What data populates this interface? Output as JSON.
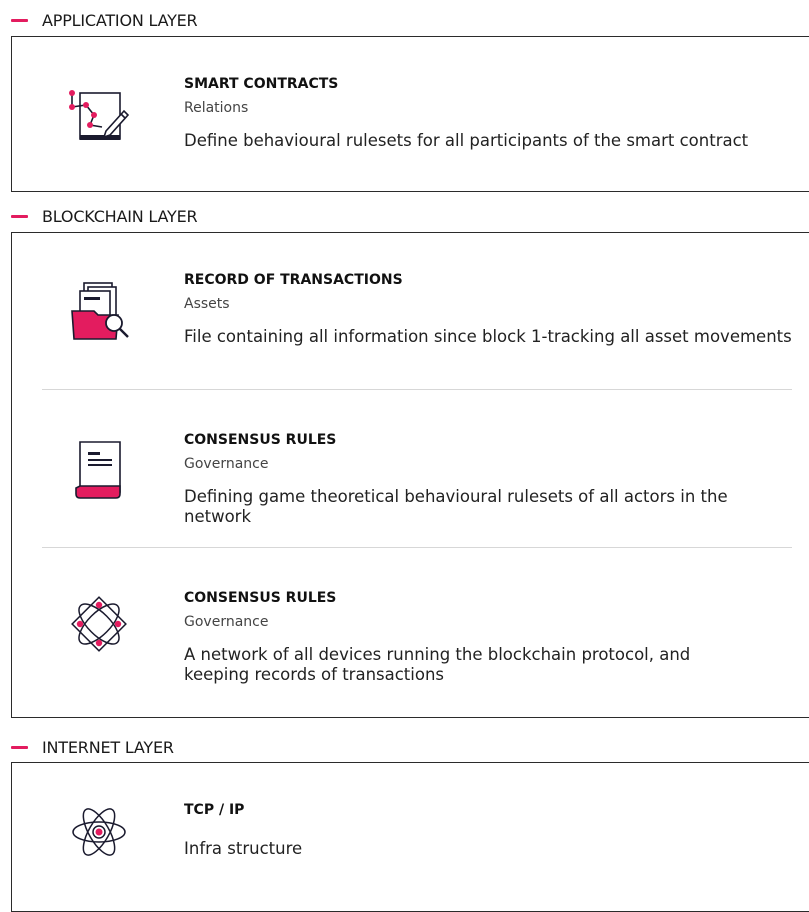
{
  "accent_color": "#e31c5f",
  "sections": [
    {
      "title": "APPLICATION LAYER",
      "items": [
        {
          "icon": "contract-pen-icon",
          "title": "SMART CONTRACTS",
          "subtitle": "Relations",
          "description": "Define behavioural rulesets for all participants of the smart contract"
        }
      ]
    },
    {
      "title": "BLOCKCHAIN LAYER",
      "items": [
        {
          "icon": "folder-search-icon",
          "title": "RECORD OF TRANSACTIONS",
          "subtitle": "Assets",
          "description": "File containing all information since block 1-tracking all asset movements"
        },
        {
          "icon": "document-icon",
          "title": "CONSENSUS RULES",
          "subtitle": "Governance",
          "description": "Defining game theoretical behavioural rulesets of all actors in the network"
        },
        {
          "icon": "network-orbit-icon",
          "title": "CONSENSUS RULES",
          "subtitle": "Governance",
          "description": "A network of all devices running the blockchain protocol, and keeping records of transactions"
        }
      ]
    },
    {
      "title": "INTERNET LAYER",
      "items": [
        {
          "icon": "atom-icon",
          "title": "TCP / IP",
          "subtitle": "",
          "description": "Infra structure"
        }
      ]
    }
  ]
}
